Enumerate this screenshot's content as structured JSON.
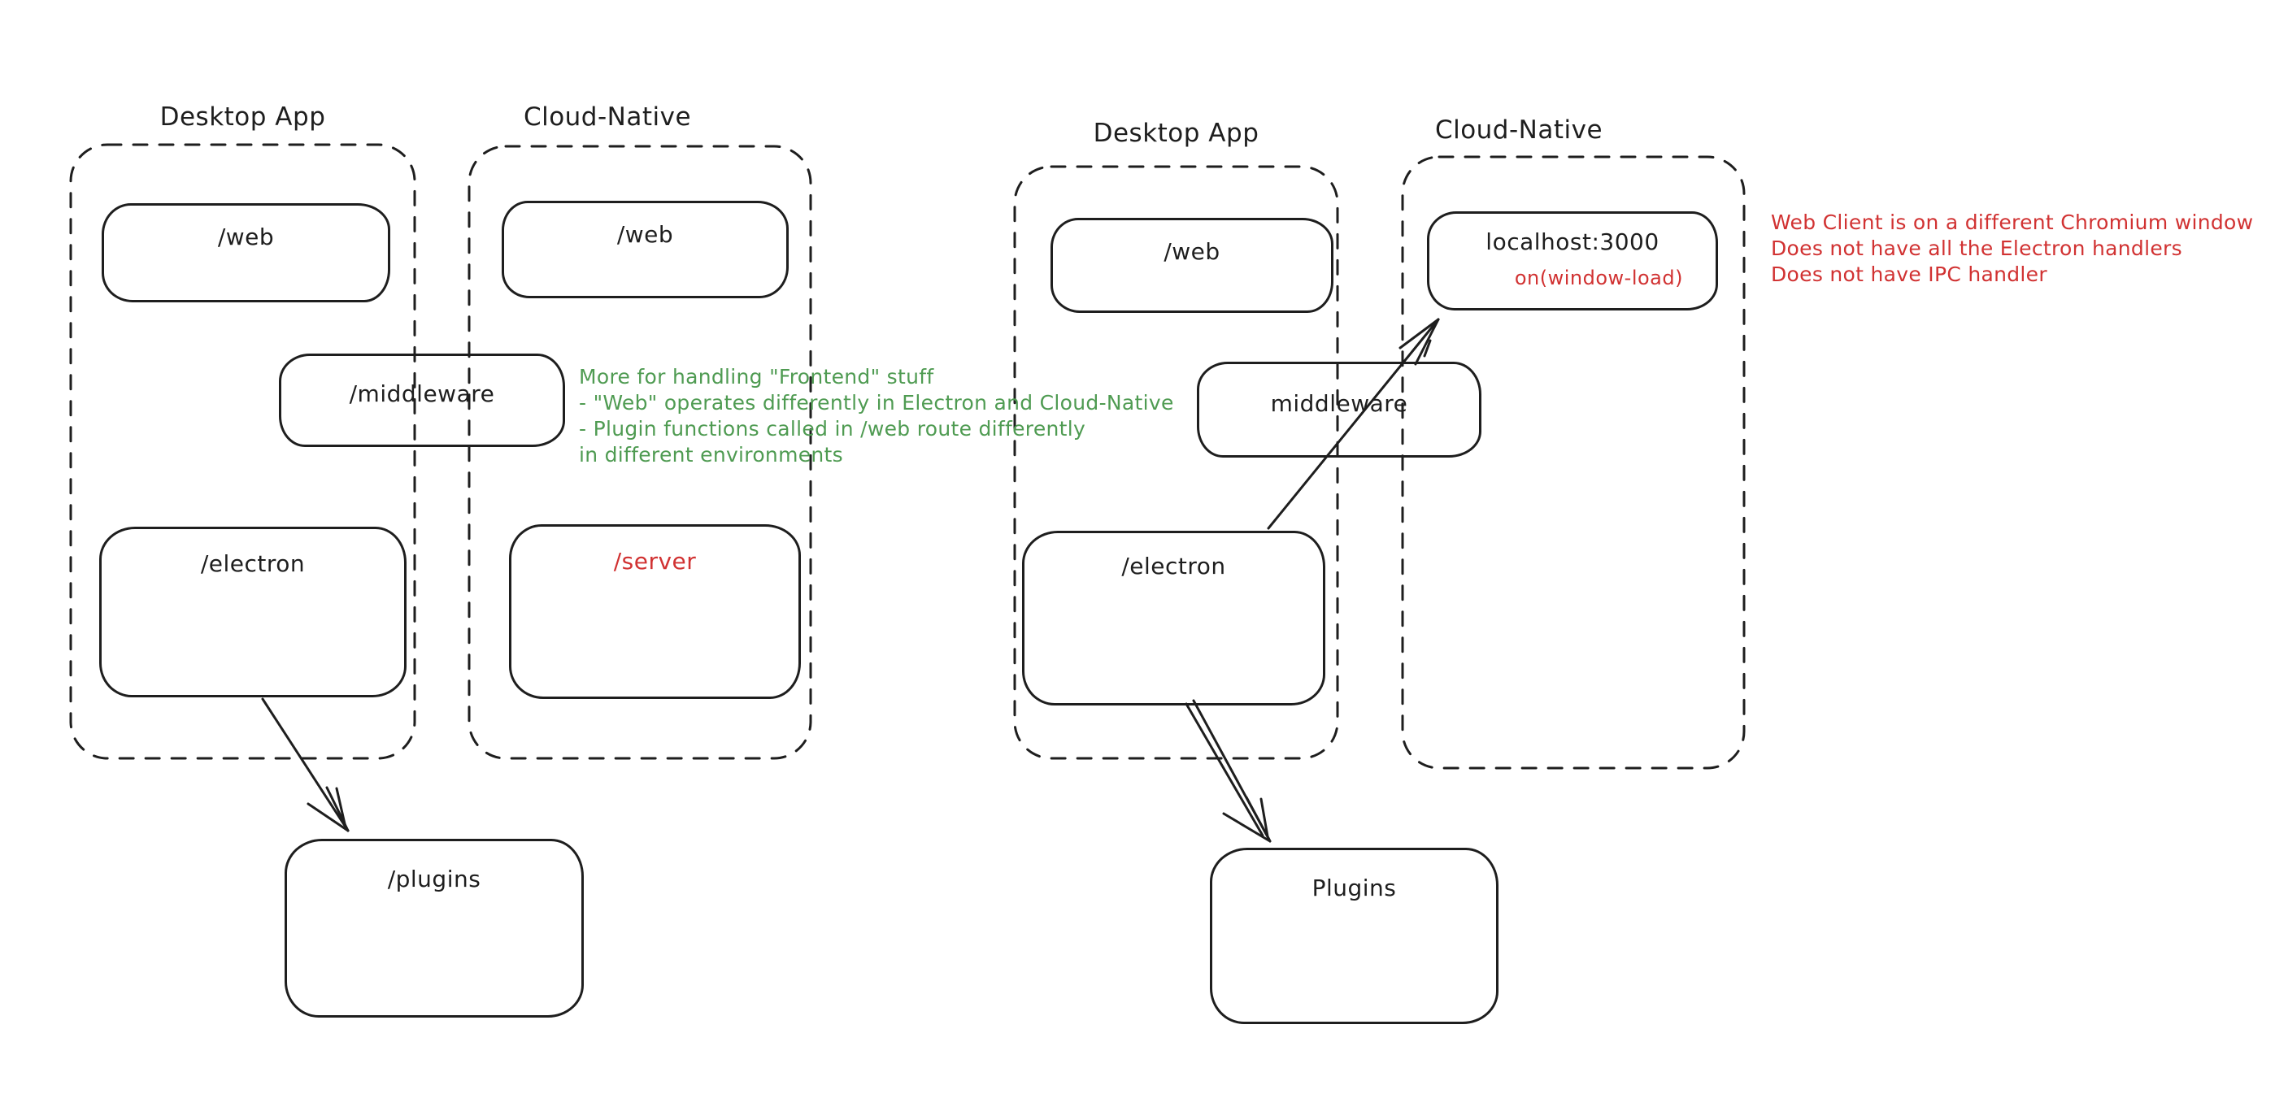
{
  "colors": {
    "stroke": "#1e1e1e",
    "red": "#d13232",
    "green": "#4f9b52",
    "background": "#ffffff"
  },
  "left_diagram": {
    "desktop_label": "Desktop App",
    "cloud_label": "Cloud-Native",
    "boxes": {
      "web_desktop": "/web",
      "web_cloud": "/web",
      "middleware": "/middleware",
      "electron": "/electron",
      "server": "/server",
      "plugins": "/plugins"
    },
    "note_lines": [
      "More for handling \"Frontend\" stuff",
      "- \"Web\" operates differently in Electron and Cloud-Native",
      "- Plugin functions called in /web route differently",
      "in different environments"
    ]
  },
  "right_diagram": {
    "desktop_label": "Desktop App",
    "cloud_label": "Cloud-Native",
    "boxes": {
      "web": "/web",
      "localhost_host": "localhost:3000",
      "localhost_event": "on(window-load)",
      "middleware": "middleware",
      "electron": "/electron",
      "plugins": "Plugins"
    },
    "note_lines": [
      "Web Client is on a different Chromium window",
      "Does not have all the Electron handlers",
      "Does not have IPC handler"
    ]
  }
}
